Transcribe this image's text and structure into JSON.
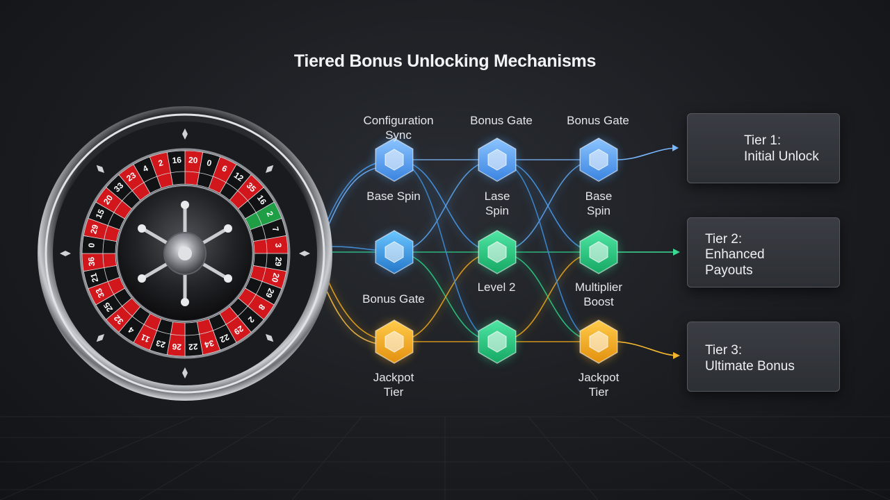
{
  "title": "Tiered Bonus Unlocking Mechanisms",
  "columns": {
    "c1": "Configuration Sync",
    "c2": "Bonus Gate",
    "c3": "Bonus Gate"
  },
  "nodes": {
    "n11": "Base Spin",
    "n12": "Lase\nSpin",
    "n13": "Base\nSpin",
    "n21": "Bonus Gate",
    "n22": "Level 2",
    "n23": "Multiplier\nBoost",
    "n31": "Jackpot\nTier",
    "n33": "Jackpot\nTier"
  },
  "tiers": [
    {
      "title": "Tier 1:",
      "subtitle": "Initial Unlock",
      "icon": "eight-ball-icon",
      "color": "#7ab8ff"
    },
    {
      "title": "Tier 2:",
      "subtitle": "Enhanced\nPayouts",
      "icon": "roulette-wheel-icon",
      "color": "#3ddc97"
    },
    {
      "title": "Tier 3:",
      "subtitle": "Ultimate Bonus",
      "icon": "starburst-icon",
      "color": "#f5b82e"
    }
  ],
  "wheel_numbers": [
    "20",
    "0",
    "6",
    "12",
    "35",
    "16",
    "2",
    "7",
    "3",
    "29",
    "20",
    "29",
    "8",
    "2",
    "29",
    "22",
    "34",
    "22",
    "26",
    "23",
    "11",
    "4",
    "32",
    "25",
    "33",
    "21",
    "36",
    "0",
    "29",
    "15",
    "20",
    "33",
    "23",
    "4",
    "2",
    "16"
  ],
  "colors": {
    "blue": "#4a9cf0",
    "green": "#2fd08a",
    "gold": "#f2a91c",
    "red": "#d1161c"
  }
}
